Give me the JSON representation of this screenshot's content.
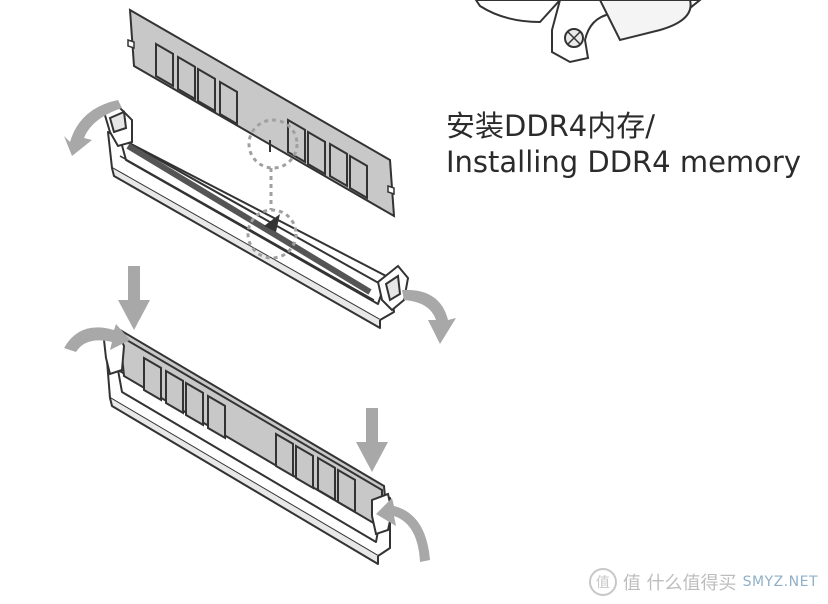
{
  "caption": {
    "line1": "安装DDR4内存/",
    "line2": "Installing DDR4 memory"
  },
  "watermark": {
    "text": "值 什么值得买",
    "site": "SMYZ.NET"
  },
  "colors": {
    "line": "#333333",
    "module_fill": "#c8c8c8",
    "slot_fill": "#ffffff",
    "arrow": "#a8a8a8",
    "guide": "#a0a0a0"
  }
}
